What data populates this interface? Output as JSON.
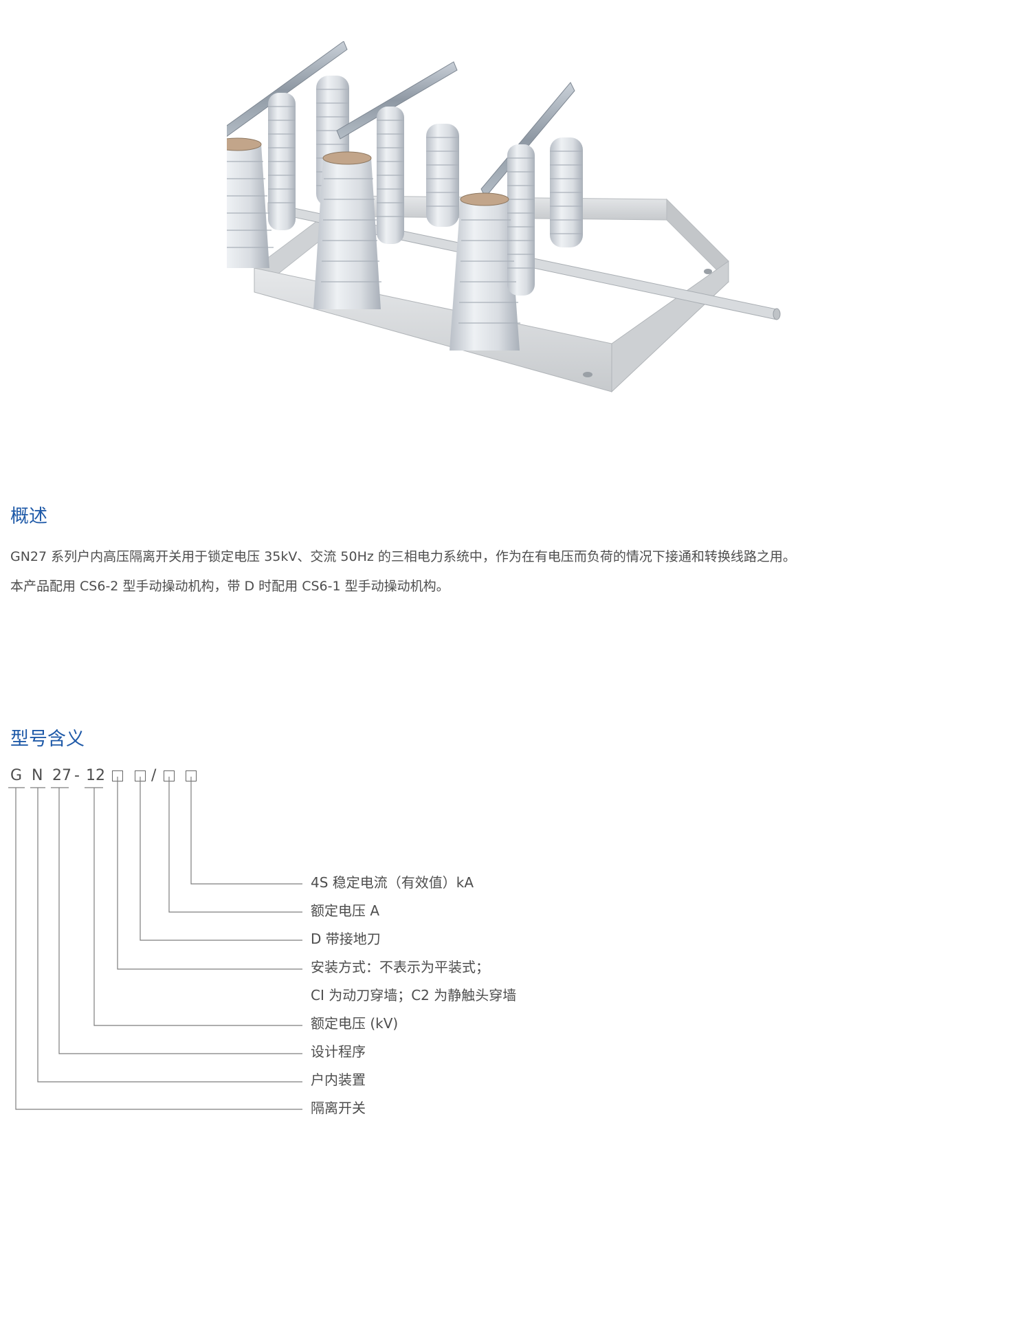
{
  "overview": {
    "title": "概述",
    "paragraphs": [
      "GN27 系列户内高压隔离开关用于锁定电压 35kV、交流 50Hz 的三相电力系统中，作为在有电压而负荷的情况下接通和转换线路之用。",
      "本产品配用 CS6-2 型手动操动机构，带 D 时配用 CS6-1 型手动操动机构。"
    ]
  },
  "model": {
    "title": "型号含义",
    "code_parts": [
      "G",
      "N",
      "27",
      "-",
      "12",
      "/"
    ],
    "legend": [
      "4S 稳定电流（有效值）kA",
      "额定电压 A",
      "D 带接地刀",
      "安装方式：不表示为平装式；",
      "CI 为动刀穿墙；C2 为静触头穿墙",
      "额定电压 (kV)",
      "设计程序",
      "户内装置",
      "隔离开关"
    ]
  },
  "colors": {
    "heading": "#1f5aa8",
    "text": "#4d4d4d",
    "porcelain": "#dfe3e8",
    "frame": "#d6d9dc"
  }
}
